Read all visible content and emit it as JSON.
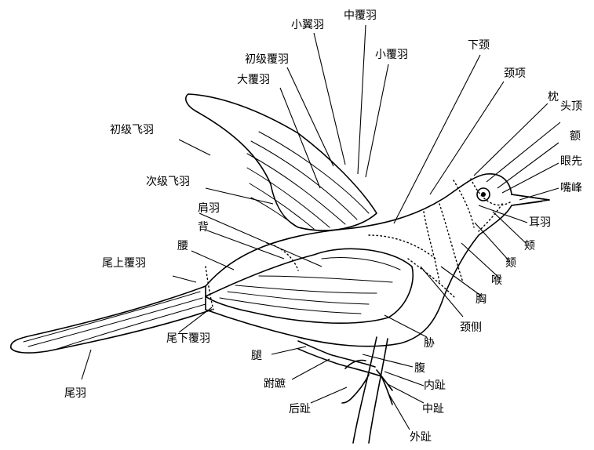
{
  "labels": {
    "xiaoyiyu": "小翼羽",
    "zhongfuyu": "中覆羽",
    "xiaofuyu": "小覆羽",
    "chujifuyu": "初级覆羽",
    "dafuyu": "大覆羽",
    "xiajing": "下颈",
    "jingxiang": "颈项",
    "zhen": "枕",
    "touding": "头顶",
    "e": "额",
    "yanxian": "眼先",
    "zuifeng": "嘴峰",
    "chujifeiyu": "初级飞羽",
    "cijifeiyu": "次级飞羽",
    "jianyu": "肩羽",
    "bei": "背",
    "eryu": "耳羽",
    "jia": "颊",
    "ke": "颏",
    "yao": "腰",
    "weishangfuyu": "尾上覆羽",
    "hou": "喉",
    "xiong": "胸",
    "jingce": "颈侧",
    "weixiafuyu": "尾下覆羽",
    "xie": "胁",
    "tui": "腿",
    "fu": "腹",
    "weiyu": "尾羽",
    "fuzhi": "跗蹠",
    "neizhi": "内趾",
    "houzhi": "后趾",
    "zhongzhi": "中趾",
    "waizhi": "外趾"
  }
}
